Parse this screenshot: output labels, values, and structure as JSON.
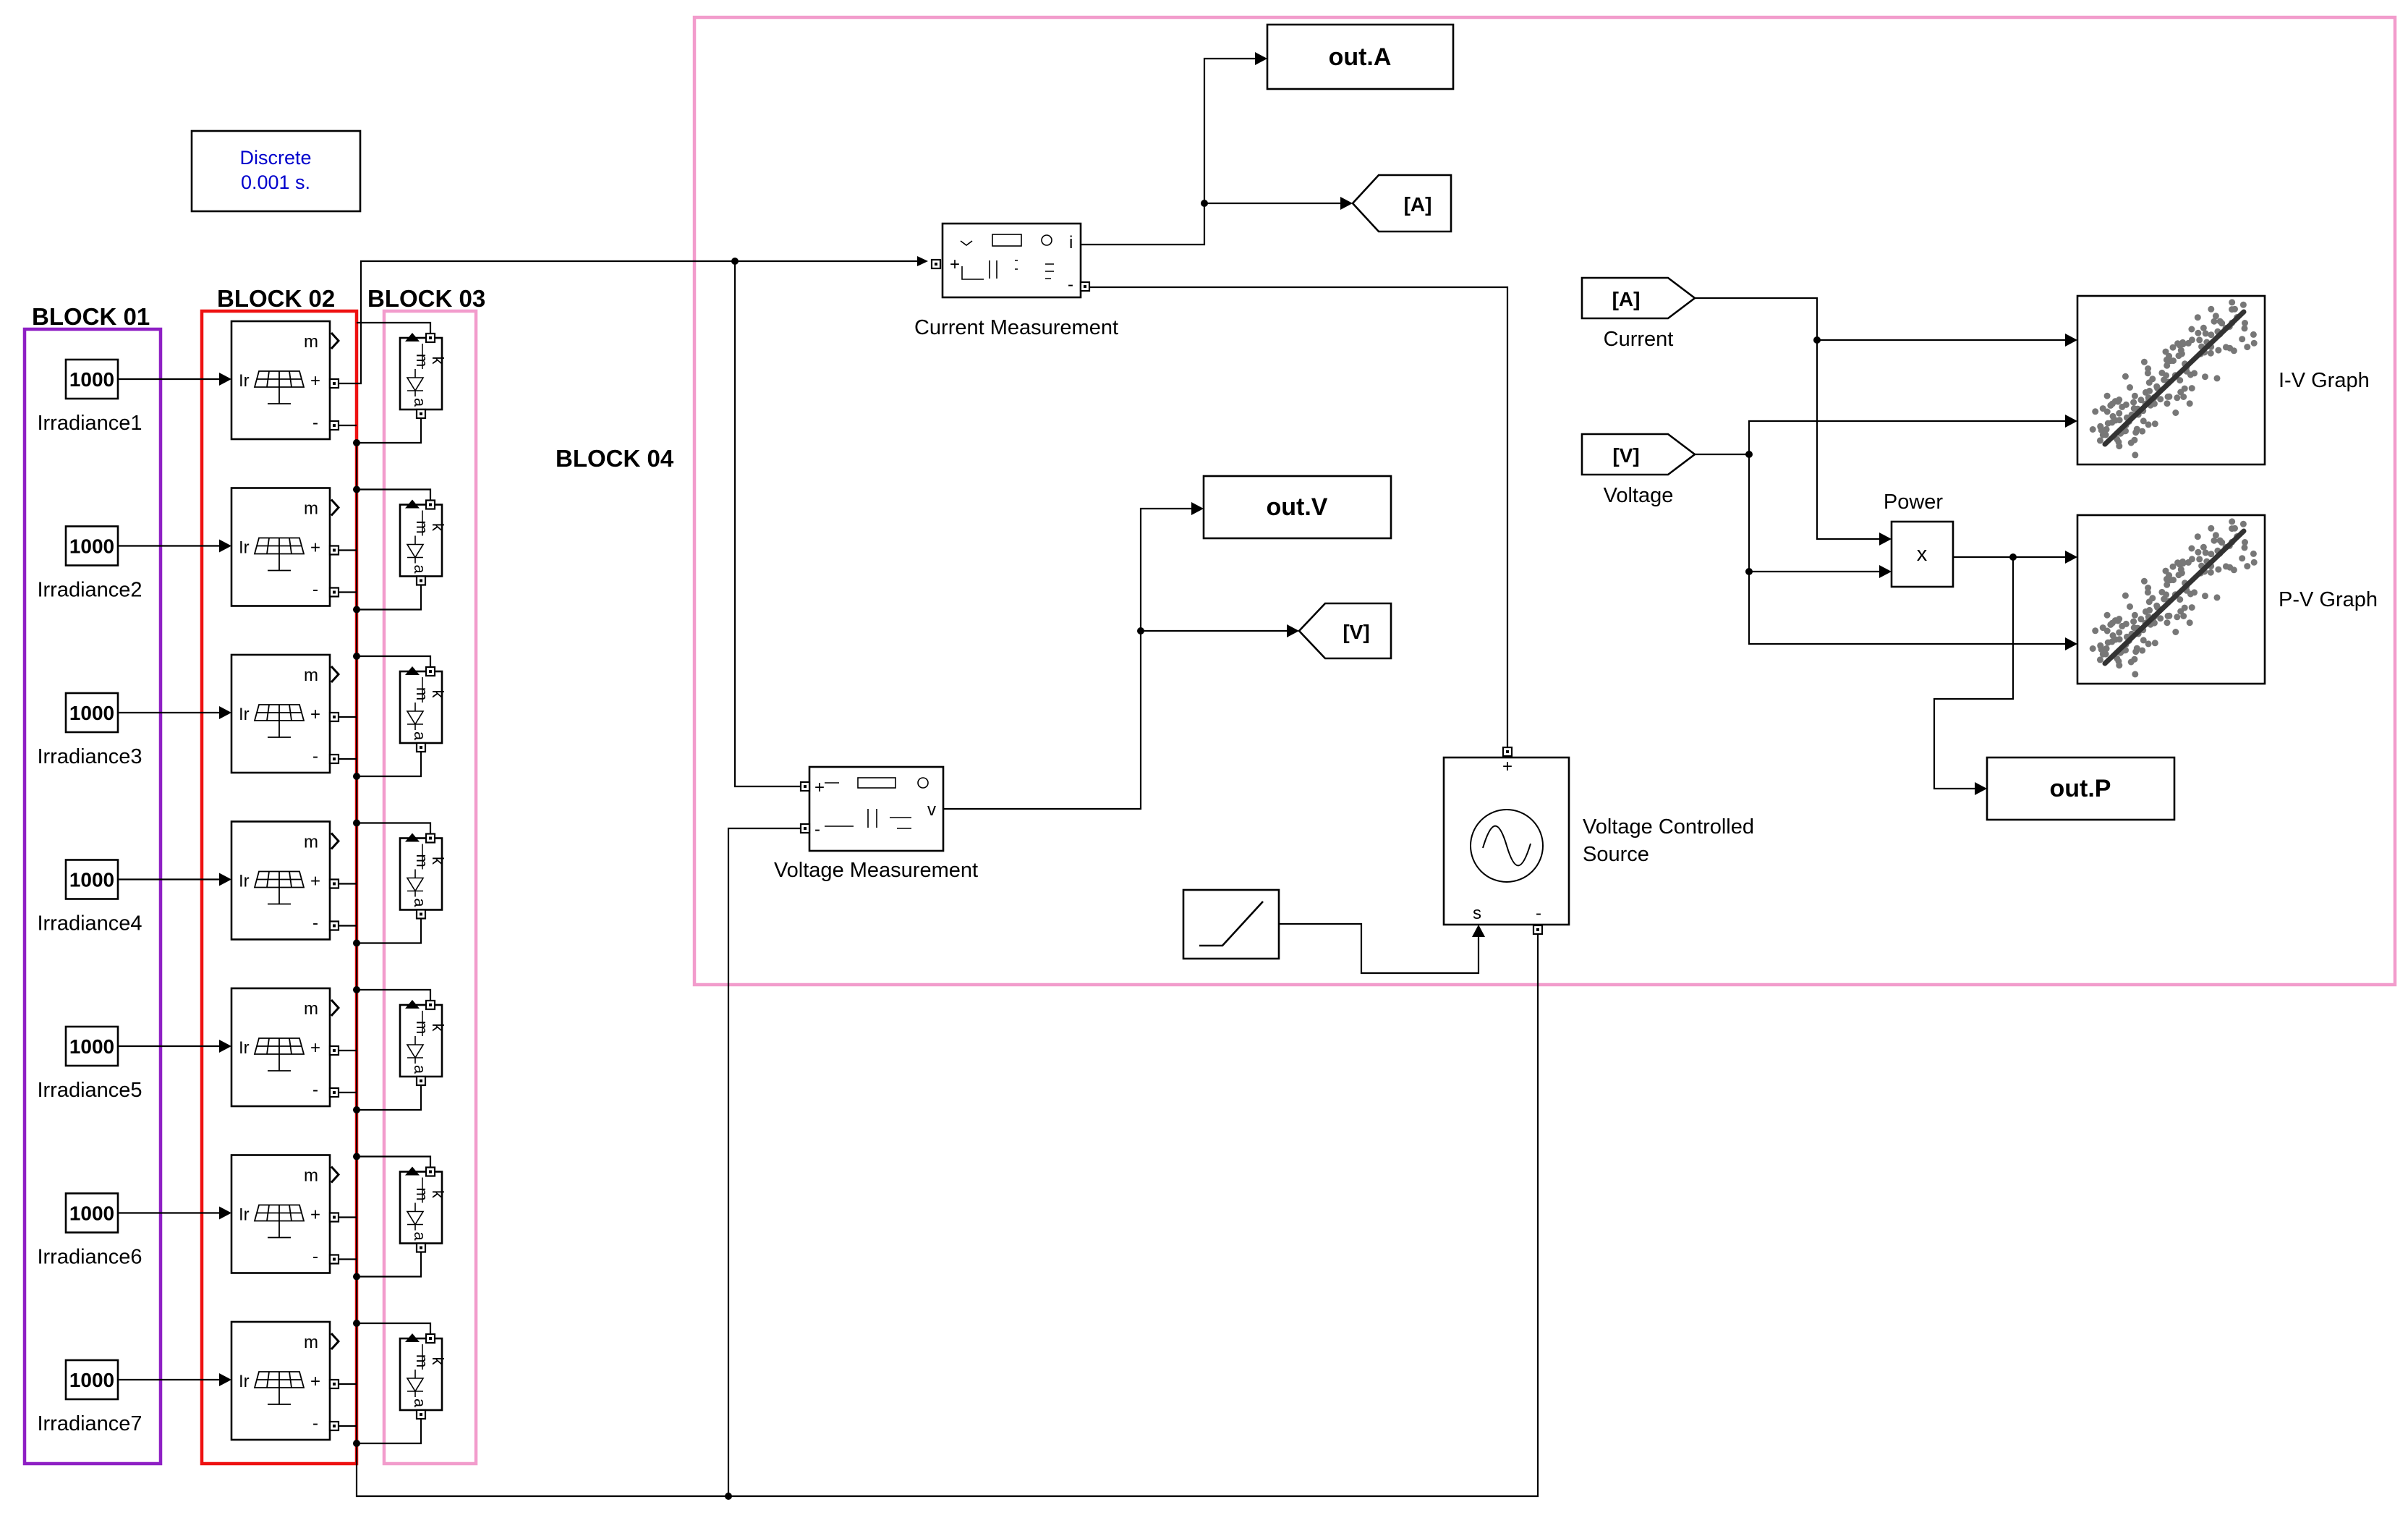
{
  "solver": {
    "line1": "Discrete",
    "line2": "0.001 s.",
    "color": "#0000cc"
  },
  "groups": [
    {
      "id": "block-01",
      "label": "BLOCK 01",
      "color": "#8e1fc4"
    },
    {
      "id": "block-02",
      "label": "BLOCK 02",
      "color": "#ee1111"
    },
    {
      "id": "block-03",
      "label": "BLOCK 03",
      "color": "#f29ccc"
    },
    {
      "id": "block-04",
      "label": "BLOCK 04",
      "color": "#f29ccc"
    }
  ],
  "constants": [
    {
      "value": "1000",
      "label": "Irradiance1"
    },
    {
      "value": "1000",
      "label": "Irradiance2"
    },
    {
      "value": "1000",
      "label": "Irradiance3"
    },
    {
      "value": "1000",
      "label": "Irradiance4"
    },
    {
      "value": "1000",
      "label": "Irradiance5"
    },
    {
      "value": "1000",
      "label": "Irradiance6"
    },
    {
      "value": "1000",
      "label": "Irradiance7"
    }
  ],
  "pv_array": {
    "input_port": "Ir",
    "meas_port": "m",
    "pos_port": "+",
    "neg_port": "-",
    "icon": "solar-panel-icon"
  },
  "diode": {
    "port_m": "m",
    "port_k": "k",
    "port_a": "a",
    "icon": "diode-icon"
  },
  "current_measurement": {
    "label": "Current Measurement",
    "plus": "+",
    "minus": "-",
    "out_port": "i"
  },
  "voltage_measurement": {
    "label": "Voltage Measurement",
    "plus": "+",
    "minus": "-",
    "out_port": "v"
  },
  "outputs": {
    "current": "out.A",
    "voltage": "out.V",
    "power": "out.P"
  },
  "goto_tags": {
    "current": "[A]",
    "voltage": "[V]"
  },
  "from_tags": {
    "current": "[A]",
    "current_label": "Current",
    "voltage": "[V]",
    "voltage_label": "Voltage"
  },
  "product": {
    "symbol": "x",
    "label": "Power"
  },
  "graphs": {
    "iv": "I-V Graph",
    "pv": "P-V Graph"
  },
  "source": {
    "label_line1": "Voltage Controlled",
    "label_line2": "Source",
    "plus": "+",
    "minus": "-",
    "control": "s"
  }
}
